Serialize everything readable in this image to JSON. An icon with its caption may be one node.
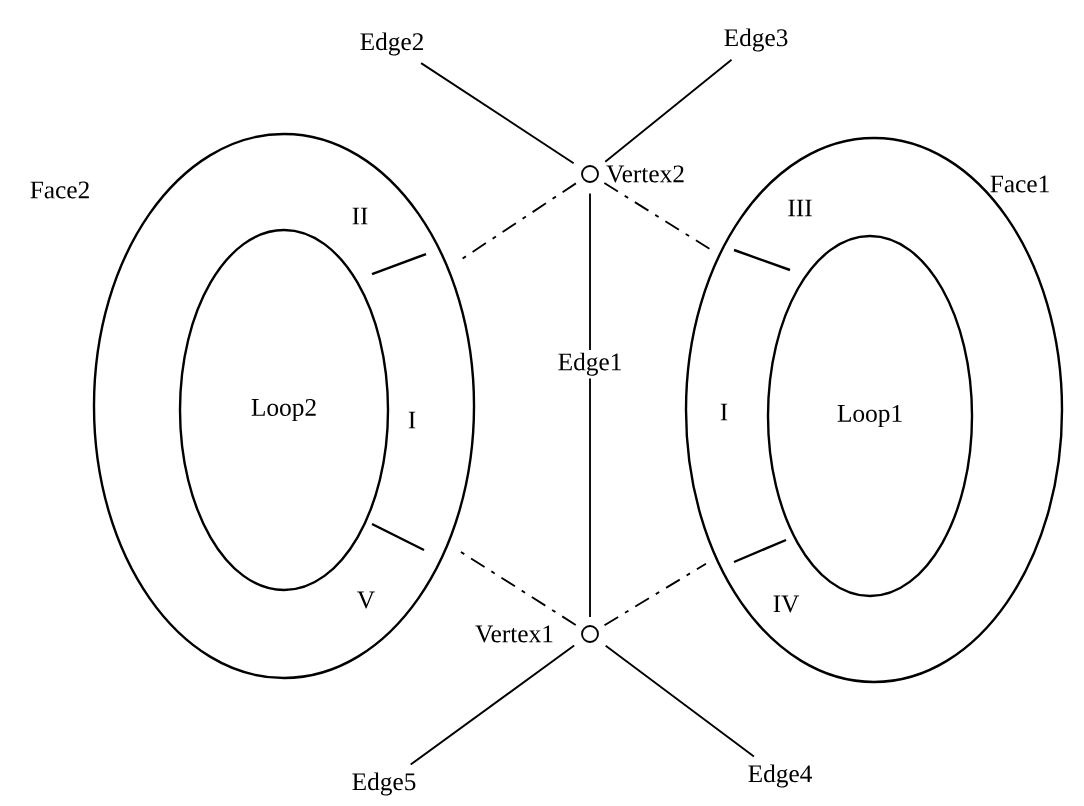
{
  "diagram": {
    "nodes": [
      {
        "text": [
          "Edge2"
        ]
      },
      {
        "text": [
          "Edge3"
        ]
      },
      {
        "text": [
          "Face2"
        ]
      },
      {
        "text": [
          "Loop2"
        ],
        "in": 2
      },
      {
        "text": [
          "Vertex2"
        ]
      },
      {
        "text": [
          "Face1"
        ]
      },
      {
        "text": [
          "Loop1"
        ],
        "in": 5
      },
      {
        "text": [
          "Vertex1"
        ]
      },
      {
        "text": [
          "Edge5"
        ]
      },
      {
        "text": [
          "Edge4"
        ]
      }
    ],
    "edges": [
      {
        "from": 0,
        "to": 4,
        "arrow": "none"
      },
      {
        "from": 1,
        "to": 4,
        "arrow": "none"
      },
      {
        "from": 7,
        "to": 4,
        "arrow": "none",
        "label": "Edge1"
      },
      {
        "from": 4,
        "to": 2,
        "arrow": "none",
        "style": "dashed"
      },
      {
        "from": 4,
        "to": 5,
        "arrow": "none",
        "style": "dashed"
      },
      {
        "from": 7,
        "to": 2,
        "arrow": "none",
        "style": "dashed"
      },
      {
        "from": 7,
        "to": 5,
        "arrow": "none",
        "style": "dashed"
      },
      {
        "from": 8,
        "to": 7,
        "arrow": "none"
      },
      {
        "from": 9,
        "to": 7,
        "arrow": "none"
      }
    ],
    "labels": [
      "II",
      "III",
      "I",
      "I",
      "V",
      "IV"
    ]
  }
}
